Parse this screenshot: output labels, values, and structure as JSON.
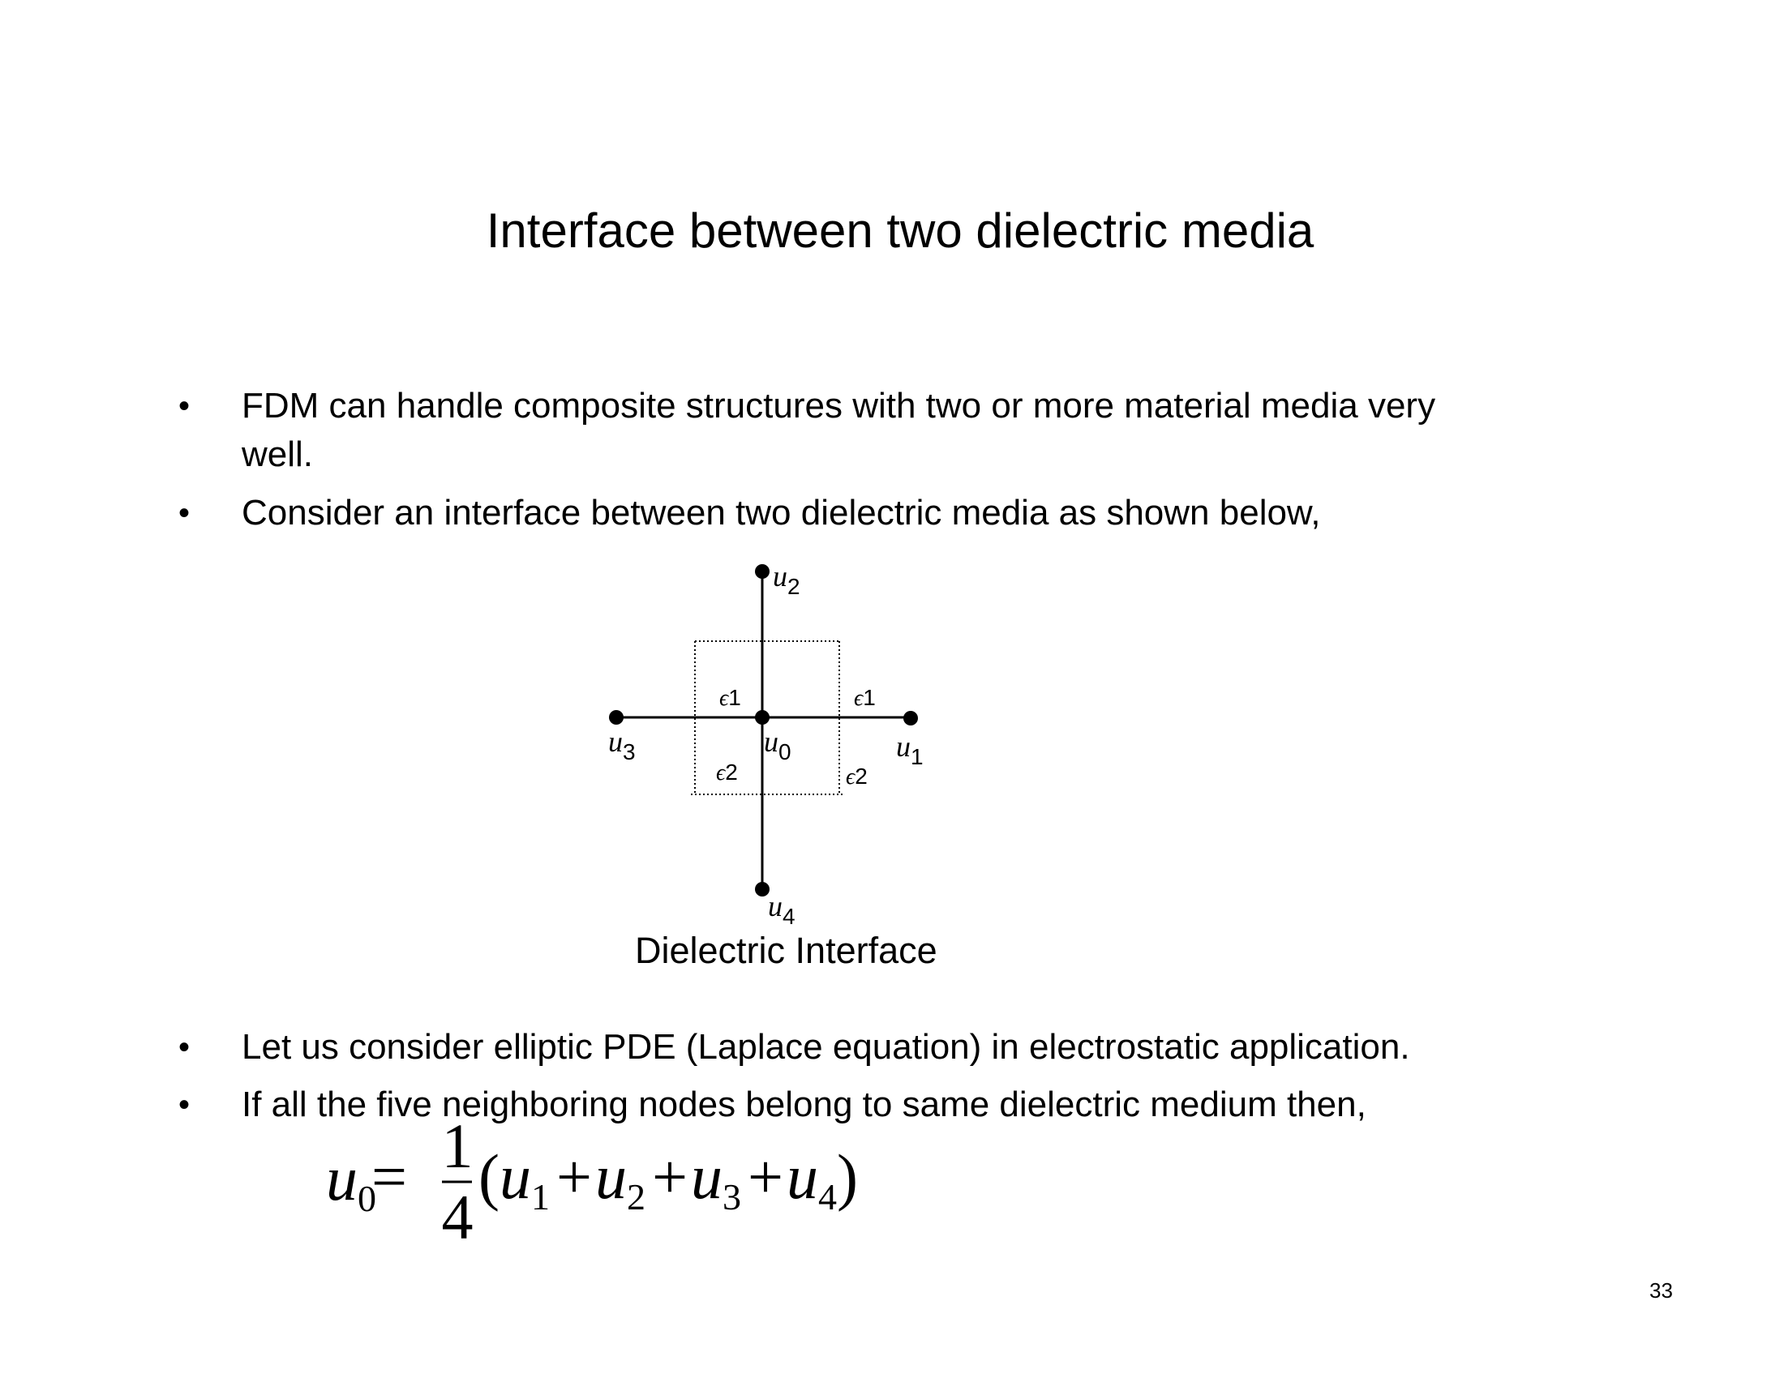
{
  "title": "Interface between two dielectric media",
  "bullets": [
    {
      "lines": [
        "FDM can handle composite structures with two or more material media very",
        "well."
      ]
    },
    {
      "lines": [
        "Consider an interface between two dielectric media as shown below,"
      ]
    },
    {
      "lines": [
        "Let us consider elliptic PDE (Laplace equation) in electrostatic application."
      ]
    },
    {
      "lines": [
        "If all the five neighboring nodes belong to same dielectric medium then,"
      ]
    }
  ],
  "bullet_symbol": "•",
  "diagram": {
    "caption": "Dielectric Interface",
    "nodes": {
      "u0": "0",
      "u1": "1",
      "u2": "2",
      "u3": "3",
      "u4": "4"
    },
    "node_var": "u",
    "eps_symbol": "ϵ",
    "eps_labels": {
      "top_left": "1",
      "top_right": "1",
      "bottom_left": "2",
      "bottom_right": "2"
    }
  },
  "equation": {
    "lhs_var": "u",
    "lhs_sub": "0",
    "equals": "=",
    "numerator": "1",
    "denominator": "4",
    "open_paren": "(",
    "close_paren": ")",
    "plus": "+",
    "terms": [
      {
        "var": "u",
        "sub": "1"
      },
      {
        "var": "u",
        "sub": "2"
      },
      {
        "var": "u",
        "sub": "3"
      },
      {
        "var": "u",
        "sub": "4"
      }
    ]
  },
  "page_number": "33"
}
